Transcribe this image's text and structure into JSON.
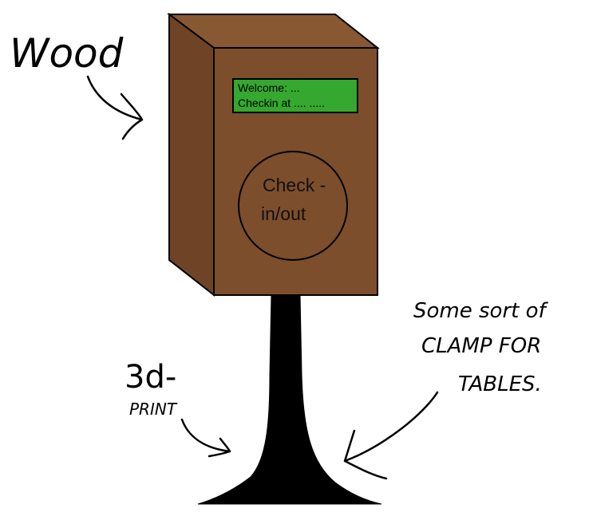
{
  "annotations": {
    "wood": "Wood",
    "print_line1": "3d-",
    "print_line2": "PRINT",
    "clamp_line1": "Some sort of",
    "clamp_line2": "CLAMP FOR",
    "clamp_line3": "TABLES."
  },
  "lcd": {
    "line1": "Welcome: ...",
    "line2": "Checkin at .... ....."
  },
  "button": {
    "line1": "Check -",
    "line2": "in/out"
  },
  "colors": {
    "wood_front": "#7d4e2c",
    "wood_side": "#6f4325",
    "wood_top": "#885833",
    "lcd_green": "#35a82f",
    "stand": "#000000",
    "ink": "#000000"
  }
}
